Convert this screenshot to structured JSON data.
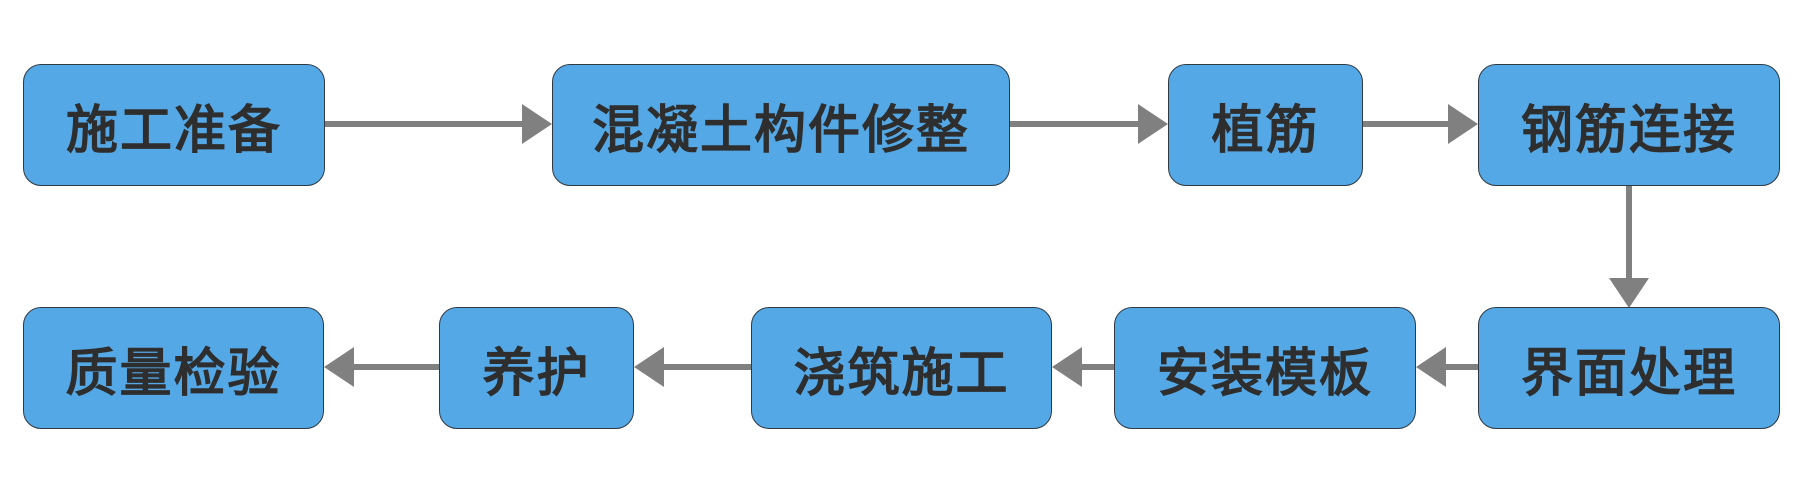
{
  "colors": {
    "box_fill": "#55a8e6",
    "box_border": "#2f3a44",
    "text": "#2e2e2e",
    "arrow": "#808080"
  },
  "steps": [
    {
      "label": "施工准备"
    },
    {
      "label": "混凝土构件修整"
    },
    {
      "label": "植筋"
    },
    {
      "label": "钢筋连接"
    },
    {
      "label": "界面处理"
    },
    {
      "label": "安装模板"
    },
    {
      "label": "浇筑施工"
    },
    {
      "label": "养护"
    },
    {
      "label": "质量检验"
    }
  ]
}
